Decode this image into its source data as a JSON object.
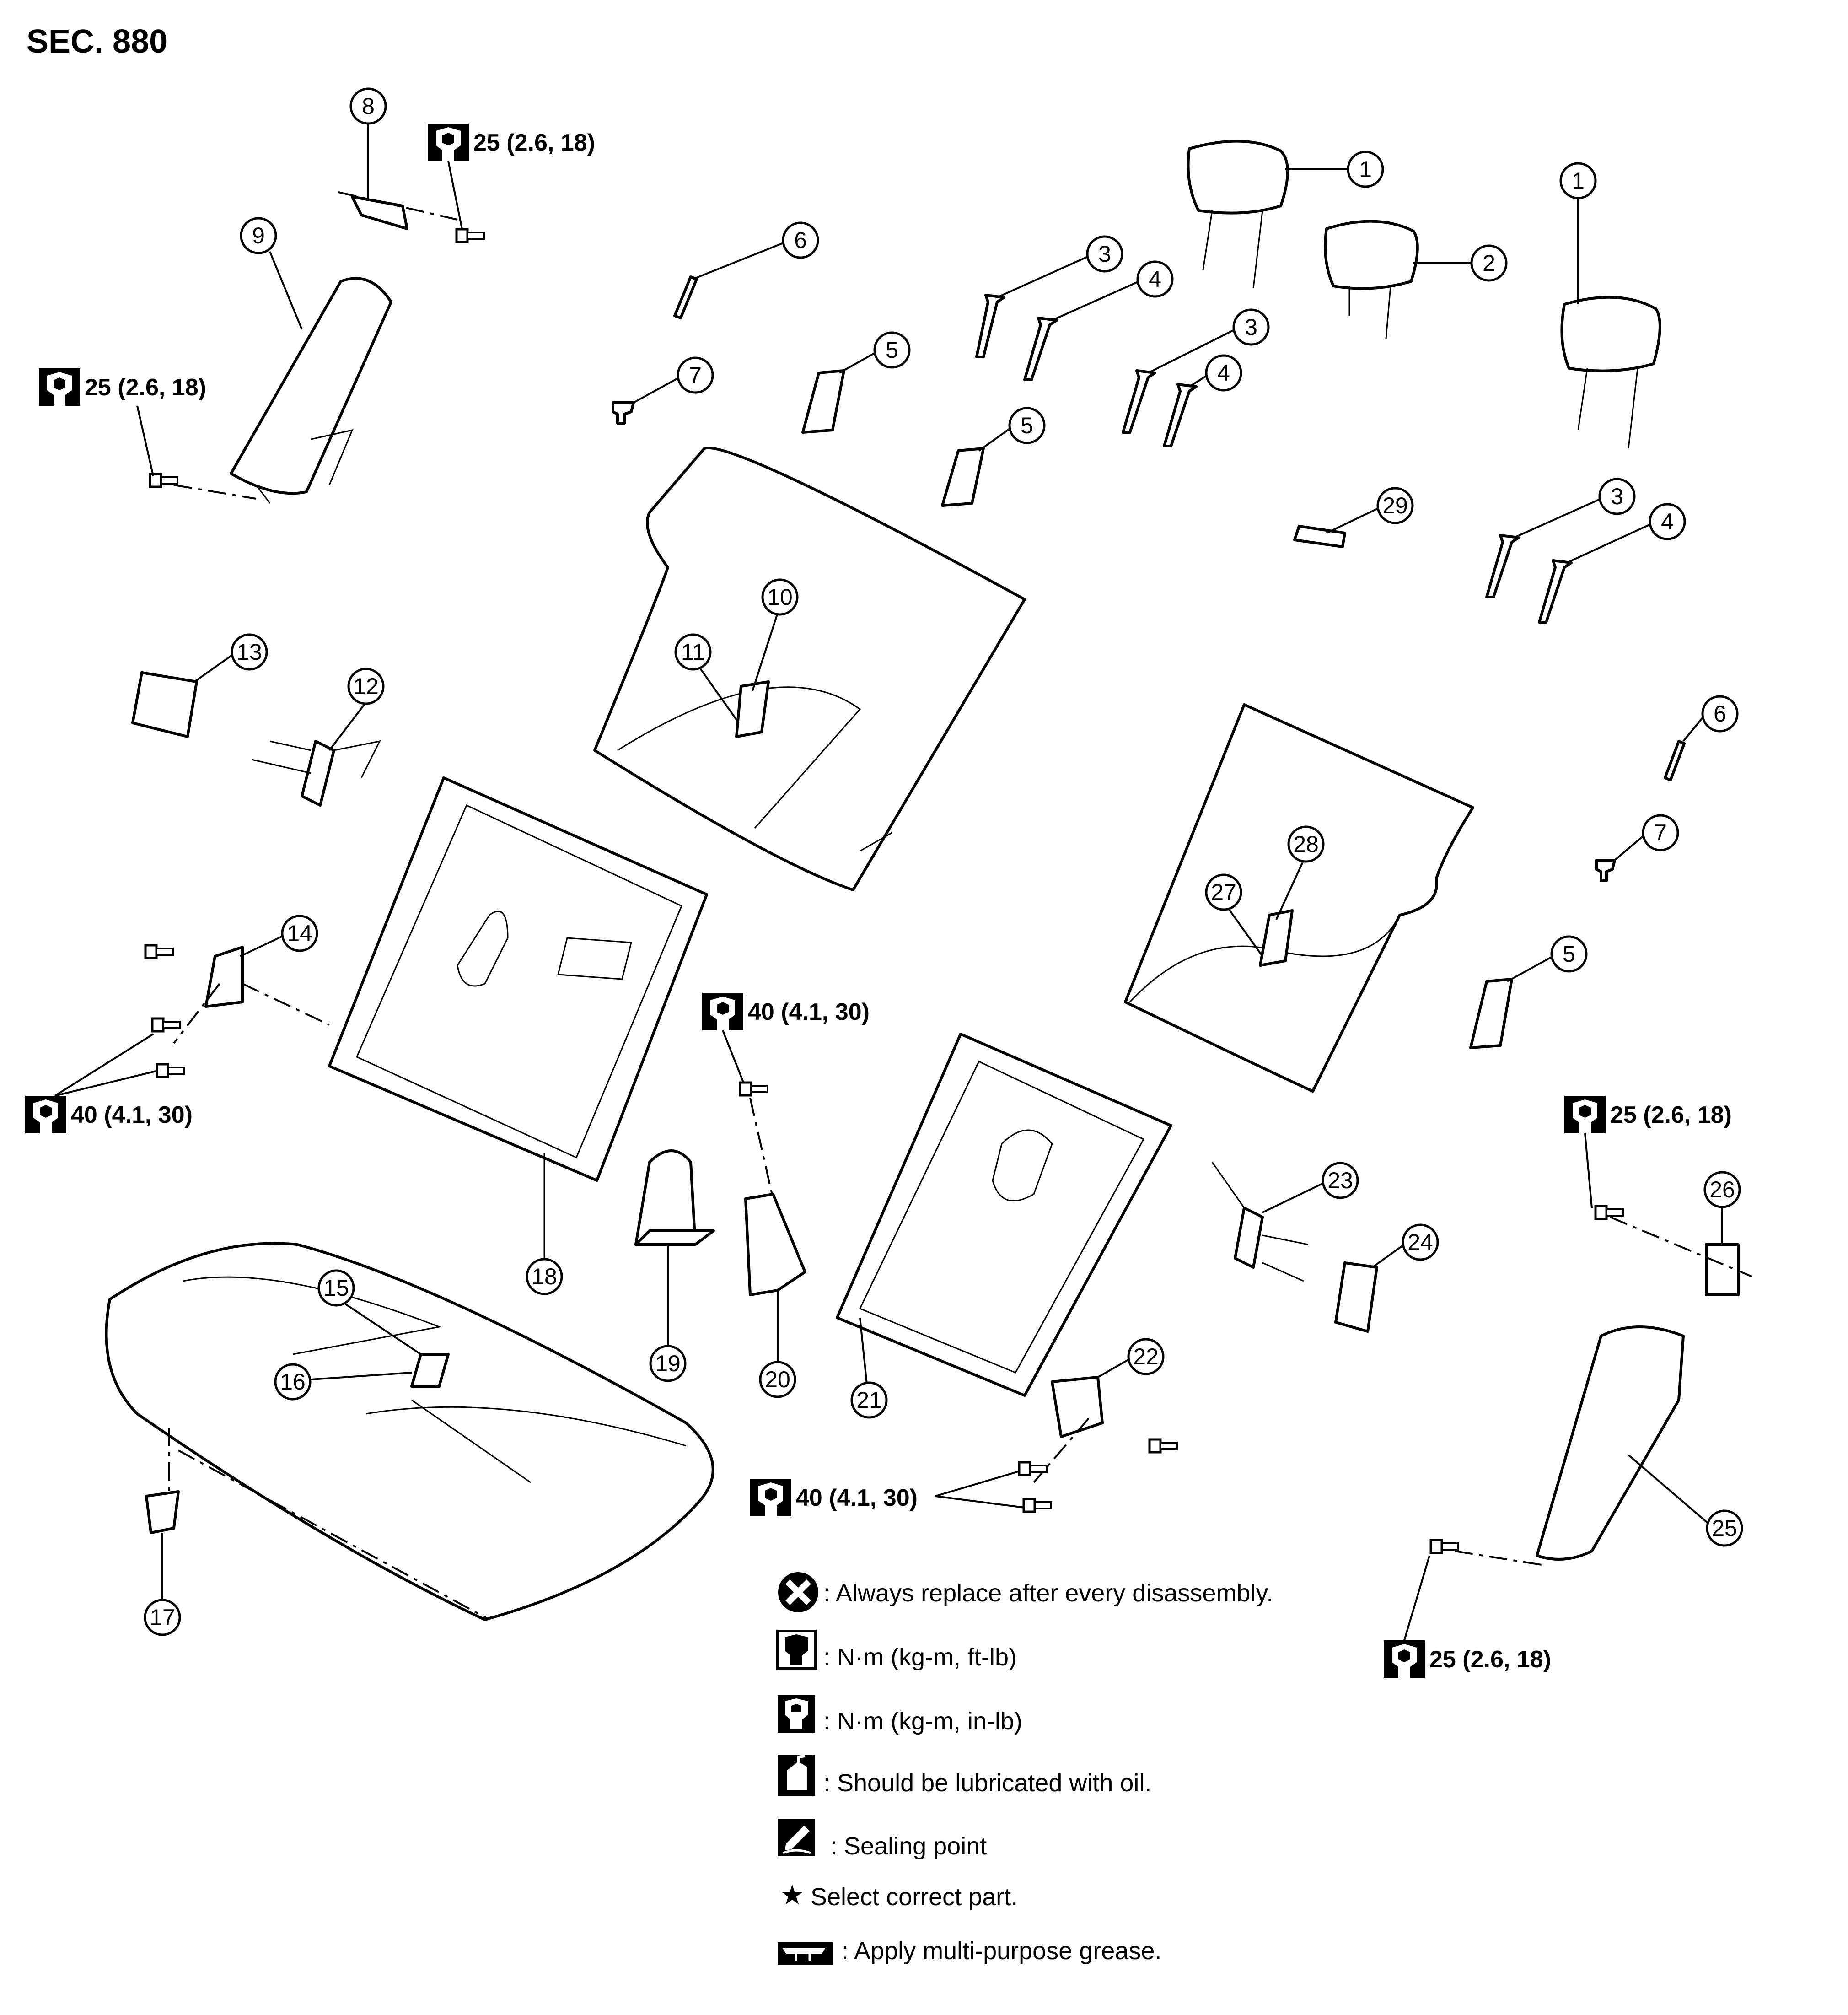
{
  "title": "SEC. 880",
  "callouts": [
    "1",
    "1",
    "2",
    "3",
    "3",
    "3",
    "4",
    "4",
    "4",
    "5",
    "5",
    "5",
    "6",
    "6",
    "7",
    "7",
    "8",
    "9",
    "10",
    "11",
    "12",
    "13",
    "14",
    "15",
    "16",
    "17",
    "18",
    "19",
    "20",
    "21",
    "22",
    "23",
    "24",
    "25",
    "26",
    "27",
    "28",
    "29"
  ],
  "torque_labels": [
    "25 (2.6, 18)",
    "25 (2.6, 18)",
    "40 (4.1, 30)",
    "40 (4.1, 30)",
    "40 (4.1, 30)",
    "25 (2.6, 18)",
    "25 (2.6, 18)"
  ],
  "legend": [
    {
      "icon": "always-replace-icon",
      "text": ": Always replace after every disassembly."
    },
    {
      "icon": "torque-wrench-ftlb-icon",
      "text": ": N·m (kg-m, ft-lb)"
    },
    {
      "icon": "torque-wrench-inlb-icon",
      "text": ": N·m (kg-m, in-lb)"
    },
    {
      "icon": "oil-lubricate-icon",
      "text": ": Should be lubricated with oil."
    },
    {
      "icon": "sealing-point-icon",
      "text": ": Sealing point"
    },
    {
      "icon": "star-icon",
      "text": "Select correct part."
    },
    {
      "icon": "multi-purpose-grease-icon",
      "text": ": Apply multi-purpose grease."
    }
  ],
  "colors": {
    "line": "#000000",
    "background": "#ffffff"
  }
}
